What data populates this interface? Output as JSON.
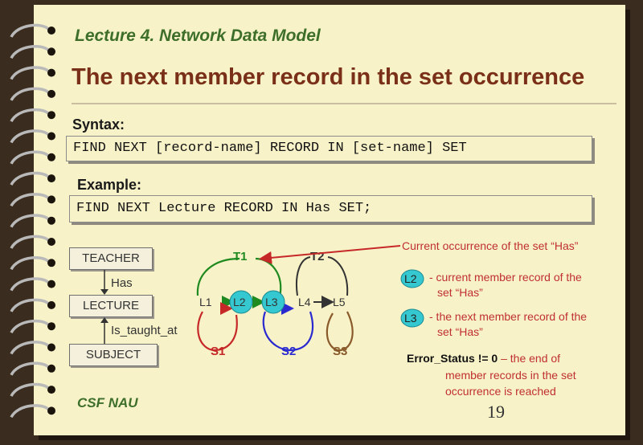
{
  "header": {
    "lecture_title": "Lecture 4. Network Data Model",
    "main_title": "The next member record in the set occurrence"
  },
  "syntax": {
    "label": "Syntax:",
    "code": "FIND NEXT [record-name] RECORD IN [set-name] SET"
  },
  "example": {
    "label": "Example:",
    "code": "FIND NEXT Lecture RECORD IN Has SET;"
  },
  "schema": {
    "teacher": "TEACHER",
    "lecture": "LECTURE",
    "subject": "SUBJECT",
    "has": "Has",
    "is_taught_at": "Is_taught_at"
  },
  "diagram": {
    "t1": "T1",
    "t2": "T2",
    "l1": "L1",
    "l2": "L2",
    "l3": "L3",
    "l4": "L4",
    "l5": "L5",
    "s1": "S1",
    "s2": "S2",
    "s3": "S3",
    "colors": {
      "green": "#1f8a1f",
      "red": "#c62828",
      "blue": "#2a2ad0",
      "brown": "#8a5a2a",
      "dark": "#333333",
      "teal": "#35c8d0"
    }
  },
  "notes": {
    "current_occurrence": "Current occurrence of the set “Has”",
    "l2_badge": "L2",
    "l2_desc_1": "- current member record of the",
    "l2_desc_2": "set “Has”",
    "l3_badge": "L3",
    "l3_desc_1": "- the next member record of the",
    "l3_desc_2": "set “Has”",
    "error_bold": "Error_Status != 0",
    "error_dash": " – the end of",
    "error_2": "member records in the set",
    "error_3": "occurrence is reached"
  },
  "footer": {
    "org": "CSF NAU",
    "page_number": "19"
  }
}
